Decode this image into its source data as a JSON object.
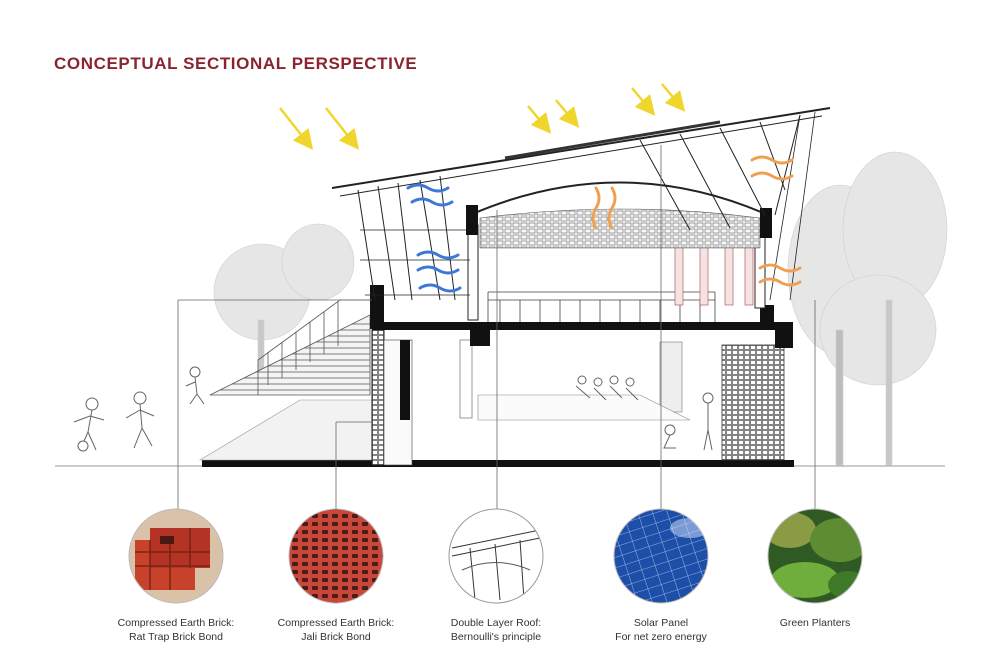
{
  "title": "CONCEPTUAL SECTIONAL PERSPECTIVE",
  "colors": {
    "title": "#8a2530",
    "sun_arrow": "#f0d62c",
    "cool_air": "#3b78d8",
    "warm_air": "#f0a050",
    "structure": "#111111"
  },
  "features": [
    {
      "id": "rat-trap",
      "line1": "Compressed Earth Brick:",
      "line2": "Rat Trap Brick Bond",
      "icon": "brick-corner-photo"
    },
    {
      "id": "jali",
      "line1": "Compressed Earth Brick:",
      "line2": "Jali Brick Bond",
      "icon": "jali-pattern"
    },
    {
      "id": "roof",
      "line1": "Double Layer Roof:",
      "line2": "Bernoulli's principle",
      "icon": "roof-sketch"
    },
    {
      "id": "solar",
      "line1": "Solar Panel",
      "line2": "For net zero energy",
      "icon": "solar-panel-photo"
    },
    {
      "id": "planters",
      "line1": "Green Planters",
      "line2": "",
      "icon": "plants-photo"
    }
  ]
}
